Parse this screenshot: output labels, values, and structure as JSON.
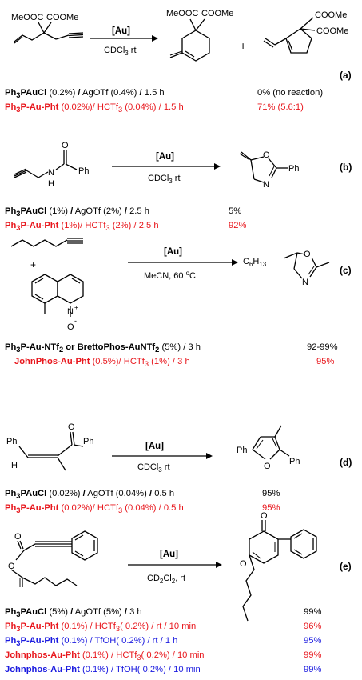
{
  "catalyst_label": "[Au]",
  "sections": [
    {
      "tag": "(a)",
      "solvent": "CDCl3, rt",
      "rows": [
        {
          "catalyst": "Ph3PAuCl",
          "loading": "(0.2%)",
          "additive": "AgOTf",
          "additive_loading": "(0.4%)",
          "time": "1.5 h",
          "yield": "0% (no reaction)",
          "color": "#000000"
        },
        {
          "catalyst": "Ph3P-Au-Pht",
          "loading": "(0.02%)",
          "additive": "HCTf3",
          "additive_loading": "(0.04%)",
          "time": "1.5 h",
          "yield": "71% (5.6:1)",
          "color": "#e8171d"
        }
      ]
    },
    {
      "tag": "(b)",
      "solvent": "CDCl3, rt",
      "rows": [
        {
          "catalyst": "Ph3PAuCl",
          "loading": "(1%)",
          "additive": "AgOTf",
          "additive_loading": "(2%)",
          "time": "2.5 h",
          "yield": "5%",
          "color": "#000000"
        },
        {
          "catalyst": "Ph3P-Au-Pht",
          "loading": "(1%)",
          "additive": "HCTf3",
          "additive_loading": "(2%)",
          "time": "2.5 h",
          "yield": "92%",
          "color": "#e8171d"
        }
      ]
    },
    {
      "tag": "(c)",
      "solvent": "MeCN, 60 oC",
      "rows": [
        {
          "catalyst": "Ph3P-Au-NTf2 or BrettoPhos-AuNTf2",
          "loading": "(5%)",
          "time": "3 h",
          "yield": "92-99%",
          "color": "#000000"
        },
        {
          "catalyst": "JohnPhos-Au-Pht",
          "loading": "(0.5%)",
          "additive": "HCTf3",
          "additive_loading": "(1%)",
          "time": "3 h",
          "yield": "95%",
          "color": "#e8171d"
        }
      ]
    },
    {
      "tag": "(d)",
      "solvent": "CDCl3, rt",
      "rows": [
        {
          "catalyst": "Ph3PAuCl",
          "loading": "(0.02%)",
          "additive": "AgOTf",
          "additive_loading": "(0.04%)",
          "time": "0.5 h",
          "yield": "95%",
          "color": "#000000"
        },
        {
          "catalyst": "Ph3P-Au-Pht",
          "loading": "(0.02%)",
          "additive": "HCTf3",
          "additive_loading": "(0.04%)",
          "time": "0.5 h",
          "yield": "95%",
          "color": "#e8171d"
        }
      ]
    },
    {
      "tag": "(e)",
      "solvent": "CD2Cl2, rt",
      "rows": [
        {
          "catalyst": "Ph3PAuCl",
          "loading": "(5%)",
          "additive": "AgOTf",
          "additive_loading": "(5%)",
          "time": "3 h",
          "yield": "99%",
          "color": "#000000"
        },
        {
          "catalyst": "Ph3P-Au-Pht",
          "loading": "(0.1%)",
          "additive": "HCTf3(",
          "additive_loading": "0.2%)",
          "temp": "rt",
          "time": "10 min",
          "yield": "96%",
          "color": "#e8171d"
        },
        {
          "catalyst": "Ph3P-Au-Pht",
          "loading": "(0.1%)",
          "additive": "TfOH(",
          "additive_loading": "0.2%)",
          "temp": "rt",
          "time": "1 h",
          "yield": "95%",
          "color": "#1a1adf"
        },
        {
          "catalyst": "Johnphos-Au-Pht",
          "loading": "(0.1%)",
          "additive": "HCTf3(",
          "additive_loading": "0.2%)",
          "time": "10 min",
          "yield": "99%",
          "color": "#e8171d"
        },
        {
          "catalyst": "Johnphos-Au-Pht",
          "loading": "(0.1%)",
          "additive": "TfOH(",
          "additive_loading": "0.2%)",
          "time": "10 min",
          "yield": "99%",
          "color": "#1a1adf"
        }
      ]
    }
  ],
  "structures": {
    "a_sm_ester1": "MeOOC",
    "a_sm_ester2": "COOMe",
    "a_p1_ester1": "MeOOC",
    "a_p1_ester2": "COOMe",
    "a_p2_ester1": "COOMe",
    "a_p2_ester2": "COOMe",
    "plus": "+",
    "b_O": "O",
    "b_N": "N",
    "b_H": "H",
    "b_Ph": "Ph",
    "b_prod_O": "O",
    "b_prod_N": "N",
    "b_prod_Ph": "Ph",
    "c_prod_C6H13": "C6H13",
    "c_prod_O": "O",
    "c_prod_N": "N",
    "c_quin_N": "N",
    "c_quin_plus": "+",
    "c_quin_O": "O",
    "c_quin_minus": "-",
    "d_Ph1": "Ph",
    "d_O": "O",
    "d_Ph2": "Ph",
    "d_H": "H",
    "d_prod_Ph1": "Ph",
    "d_prod_O": "O",
    "d_prod_Ph2": "Ph",
    "e_O1": "O",
    "e_O2": "O",
    "e_prod_O1": "O",
    "e_prod_O2": "O"
  }
}
